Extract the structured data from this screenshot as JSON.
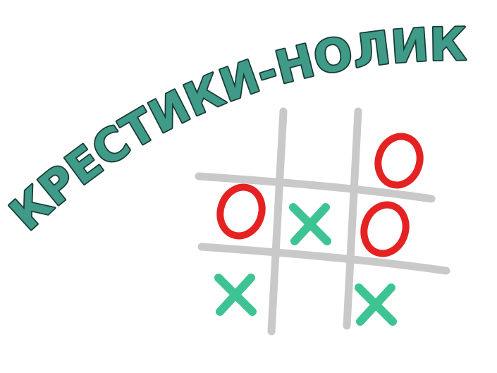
{
  "game": {
    "title": "КРЕСТИКИ-НОЛИКИ",
    "board": [
      [
        "",
        "",
        "O"
      ],
      [
        "O",
        "X",
        "O"
      ],
      [
        "X",
        "",
        "X"
      ]
    ]
  },
  "colors": {
    "background": "#ffffff",
    "title_fill": "#3f9a88",
    "title_outline": "#173a33",
    "grid": "#c9c9c9",
    "x_mark": "#3dc492",
    "o_mark": "#e52222"
  }
}
